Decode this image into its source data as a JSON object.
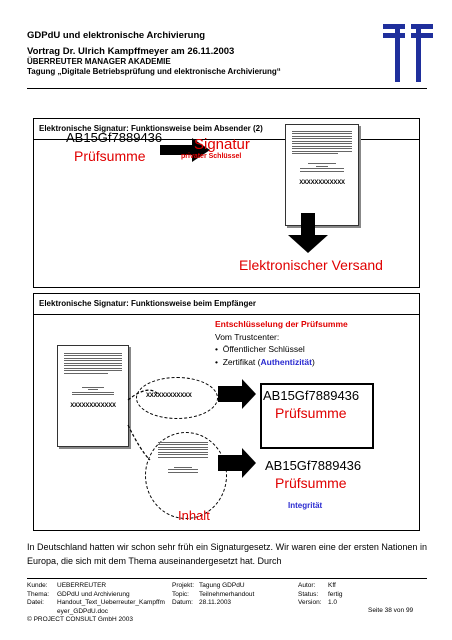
{
  "header": {
    "line1": "GDPdU und elektronische Archivierung",
    "line2": "Vortrag Dr. Ulrich Kampffmeyer am 26.11.2003",
    "line3": "ÜBERREUTER MANAGER AKADEMIE",
    "line4": "Tagung „Digitale Betriebsprüfung und elektronische Archivierung“"
  },
  "slide1": {
    "title": "Elektronische Signatur: Funktionsweise beim Absender (2)",
    "code": "AB15Gf7889436",
    "sum_label": "Prüfsumme",
    "sig_label": "Signatur",
    "sig_sub": "privater Schlüssel",
    "doc_code": "XXXXXXXXXXXX",
    "send_label": "Elektronischer Versand"
  },
  "slide2": {
    "title": "Elektronische Signatur: Funktionsweise beim Empfänger",
    "box_title": "Entschlüsselung der Prüfsumme",
    "box_line": "Vom Trustcenter:",
    "bullet1": "Öffentlicher Schlüssel",
    "bullet2_pre": "Zertifikat (",
    "bullet2_auth": "Authentizität",
    "bullet2_post": ")",
    "doc_code": "XXXXXXXXXXXX",
    "ellipse_code": "XXXXXXXXXXXX",
    "code1": "AB15Gf7889436",
    "sum1": "Prüfsumme",
    "code2": "AB15Gf7889436",
    "sum2": "Prüfsumme",
    "integrity": "Integrität",
    "inhalt": "Inhalt"
  },
  "body_text": "In Deutschland hatten wir schon sehr früh ein Signaturgesetz. Wir waren eine der ersten Nationen in Europa, die sich mit dem Thema auseinandergesetzt hat. Durch",
  "footer": {
    "kunde_label": "Kunde:",
    "kunde": "UEBERREUTER",
    "thema_label": "Thema:",
    "thema": "GDPdU und Archivierung",
    "datei_label": "Datei:",
    "datei": "Handout_Text_Ueberreuter_Kampffmeyer_GDPdU.doc",
    "projekt_label": "Projekt:",
    "projekt": "Tagung GDPdU",
    "topic_label": "Topic:",
    "topic": "Teilnehmerhandout",
    "datum_label": "Datum:",
    "datum": "28.11.2003",
    "autor_label": "Autor:",
    "autor": "Kff",
    "status_label": "Status:",
    "status": "fertig",
    "version_label": "Version:",
    "version": "1.0",
    "copyright": "© PROJECT CONSULT GmbH 2003",
    "page": "Seite 38 von 99"
  },
  "colors": {
    "accent_red": "#e00000",
    "integrity_blue": "#2a2ad0",
    "logo_blue": "#1f2f9c"
  }
}
